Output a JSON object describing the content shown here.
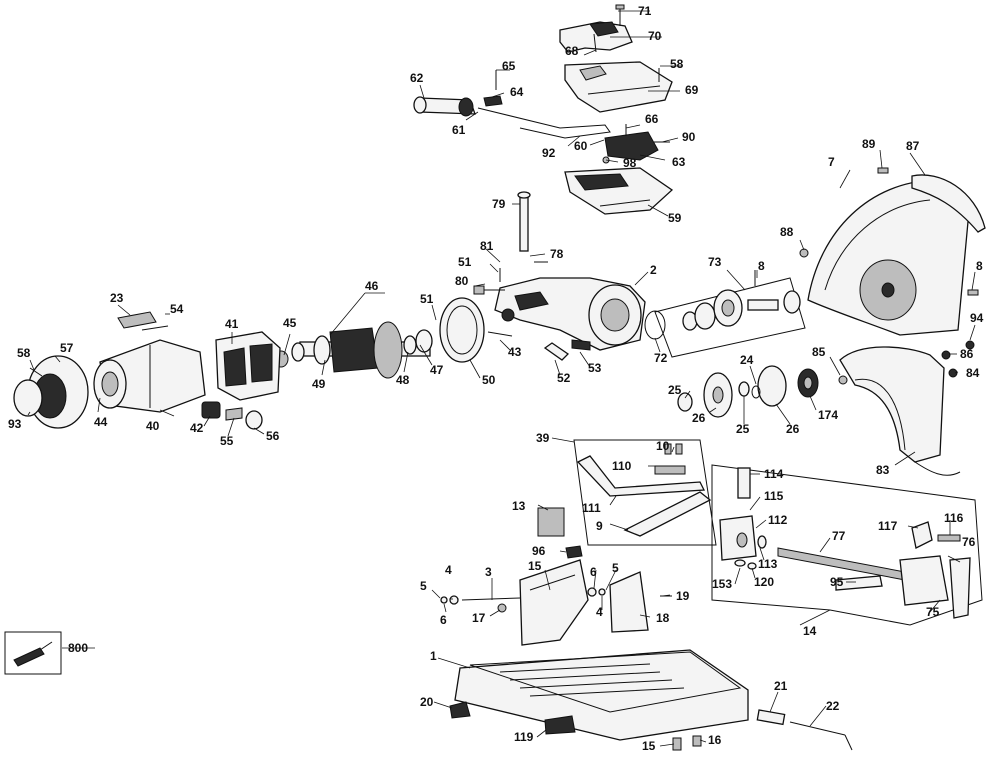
{
  "colors": {
    "ink": "#111111",
    "paper": "#ffffff"
  },
  "labels": {
    "l1": "1",
    "l2": "2",
    "l3": "3",
    "l4a": "4",
    "l4b": "4",
    "l5a": "5",
    "l5b": "5",
    "l6a": "6",
    "l6b": "6",
    "l7": "7",
    "l8a": "8",
    "l8b": "8",
    "l9": "9",
    "l10": "10",
    "l13": "13",
    "l14": "14",
    "l15a": "15",
    "l15b": "15",
    "l16": "16",
    "l17": "17",
    "l18": "18",
    "l19": "19",
    "l20": "20",
    "l21": "21",
    "l22": "22",
    "l23": "23",
    "l24": "24",
    "l25a": "25",
    "l25b": "25",
    "l26a": "26",
    "l26b": "26",
    "l39": "39",
    "l40": "40",
    "l41": "41",
    "l42": "42",
    "l43": "43",
    "l44": "44",
    "l45": "45",
    "l46": "46",
    "l47": "47",
    "l48": "48",
    "l49": "49",
    "l50": "50",
    "l51a": "51",
    "l51b": "51",
    "l52": "52",
    "l53": "53",
    "l54": "54",
    "l55": "55",
    "l56": "56",
    "l57": "57",
    "l58a": "58",
    "l58b": "58",
    "l59": "59",
    "l60": "60",
    "l61": "61",
    "l62": "62",
    "l63": "63",
    "l64": "64",
    "l65": "65",
    "l66": "66",
    "l68": "68",
    "l69": "69",
    "l70": "70",
    "l71": "71",
    "l72": "72",
    "l73": "73",
    "l75": "75",
    "l76": "76",
    "l77": "77",
    "l78": "78",
    "l79": "79",
    "l80": "80",
    "l81": "81",
    "l83": "83",
    "l84": "84",
    "l85": "85",
    "l86": "86",
    "l87": "87",
    "l88": "88",
    "l89": "89",
    "l90": "90",
    "l92": "92",
    "l93": "93",
    "l94": "94",
    "l95": "95",
    "l96": "96",
    "l98": "98",
    "l110": "110",
    "l111": "111",
    "l112": "112",
    "l113": "113",
    "l114": "114",
    "l115": "115",
    "l116": "116",
    "l117": "117",
    "l119": "119",
    "l120": "120",
    "l153": "153",
    "l174": "174",
    "l800": "800"
  }
}
